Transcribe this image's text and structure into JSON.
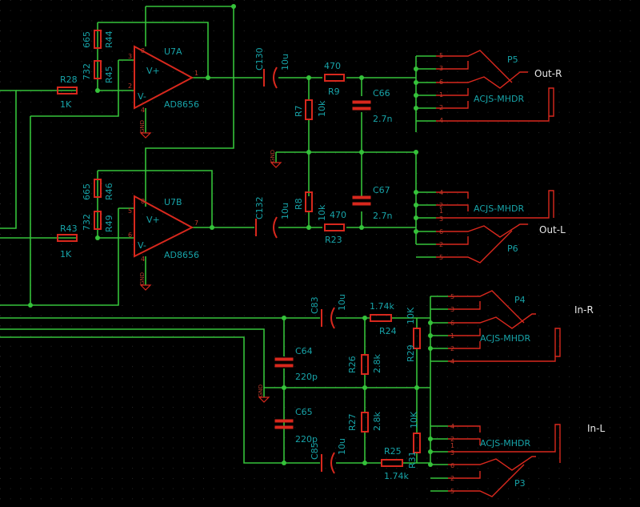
{
  "colors": {
    "background": "#000000",
    "wire": "#35c23a",
    "component": "#d8281d",
    "label": "#17a3a8",
    "net_label": "#e6e6e6",
    "grid": "#1e1e1e"
  },
  "opamps": [
    {
      "ref": "U7A",
      "value": "AD8656",
      "pins": {
        "in_plus": "3",
        "in_minus": "2",
        "out": "1",
        "vplus": "8",
        "vminus": "4"
      }
    },
    {
      "ref": "U7B",
      "value": "AD8656",
      "pins": {
        "in_plus": "5",
        "in_minus": "6",
        "out": "7",
        "vplus": "8",
        "vminus": "4"
      }
    }
  ],
  "resistors": {
    "R44": {
      "ref": "R44",
      "value": "665"
    },
    "R45": {
      "ref": "R45",
      "value": "732"
    },
    "R28": {
      "ref": "R28",
      "value": "1K"
    },
    "R46": {
      "ref": "R46",
      "value": "665"
    },
    "R49": {
      "ref": "R49",
      "value": "732"
    },
    "R43": {
      "ref": "R43",
      "value": "1K"
    },
    "R9": {
      "ref": "R9",
      "value": "470"
    },
    "R7": {
      "ref": "R7",
      "value": "10k"
    },
    "R8": {
      "ref": "R8",
      "value": "10k"
    },
    "R23": {
      "ref": "R23",
      "value": "470"
    },
    "R24": {
      "ref": "R24",
      "value": "1.74k"
    },
    "R25": {
      "ref": "R25",
      "value": "1.74k"
    },
    "R26": {
      "ref": "R26",
      "value": "2.8k"
    },
    "R27": {
      "ref": "R27",
      "value": "2.8k"
    },
    "R29": {
      "ref": "R29",
      "value": "10K"
    },
    "R31": {
      "ref": "R31",
      "value": "10K"
    }
  },
  "capacitors": {
    "C130": {
      "ref": "C130",
      "value": "10u"
    },
    "C132": {
      "ref": "C132",
      "value": "10u"
    },
    "C66": {
      "ref": "C66",
      "value": "2.7n"
    },
    "C67": {
      "ref": "C67",
      "value": "2.7n"
    },
    "C83": {
      "ref": "C83",
      "value": "10u"
    },
    "C85": {
      "ref": "C85",
      "value": "10u"
    },
    "C64": {
      "ref": "C64",
      "value": "220p"
    },
    "C65": {
      "ref": "C65",
      "value": "220p"
    }
  },
  "connectors": [
    {
      "ref": "P5",
      "value": "ACJS-MHDR",
      "pins": [
        "5",
        "3",
        "6",
        "1",
        "2",
        "4"
      ]
    },
    {
      "ref": "P6",
      "value": "ACJS-MHDR",
      "pins": [
        "4",
        "2",
        "1",
        "3",
        "6",
        "2",
        "5"
      ]
    },
    {
      "ref": "P4",
      "value": "ACJS-MHDR",
      "pins": [
        "5",
        "3",
        "6",
        "1",
        "2",
        "4"
      ]
    },
    {
      "ref": "P3",
      "value": "ACJS-MHDR",
      "pins": [
        "4",
        "2",
        "1",
        "3",
        "6",
        "2",
        "5"
      ]
    }
  ],
  "net_labels": {
    "out_r": "Out-R",
    "out_l": "Out-L",
    "in_r": "In-R",
    "in_l": "In-L"
  },
  "power": {
    "gnd": "GND"
  }
}
